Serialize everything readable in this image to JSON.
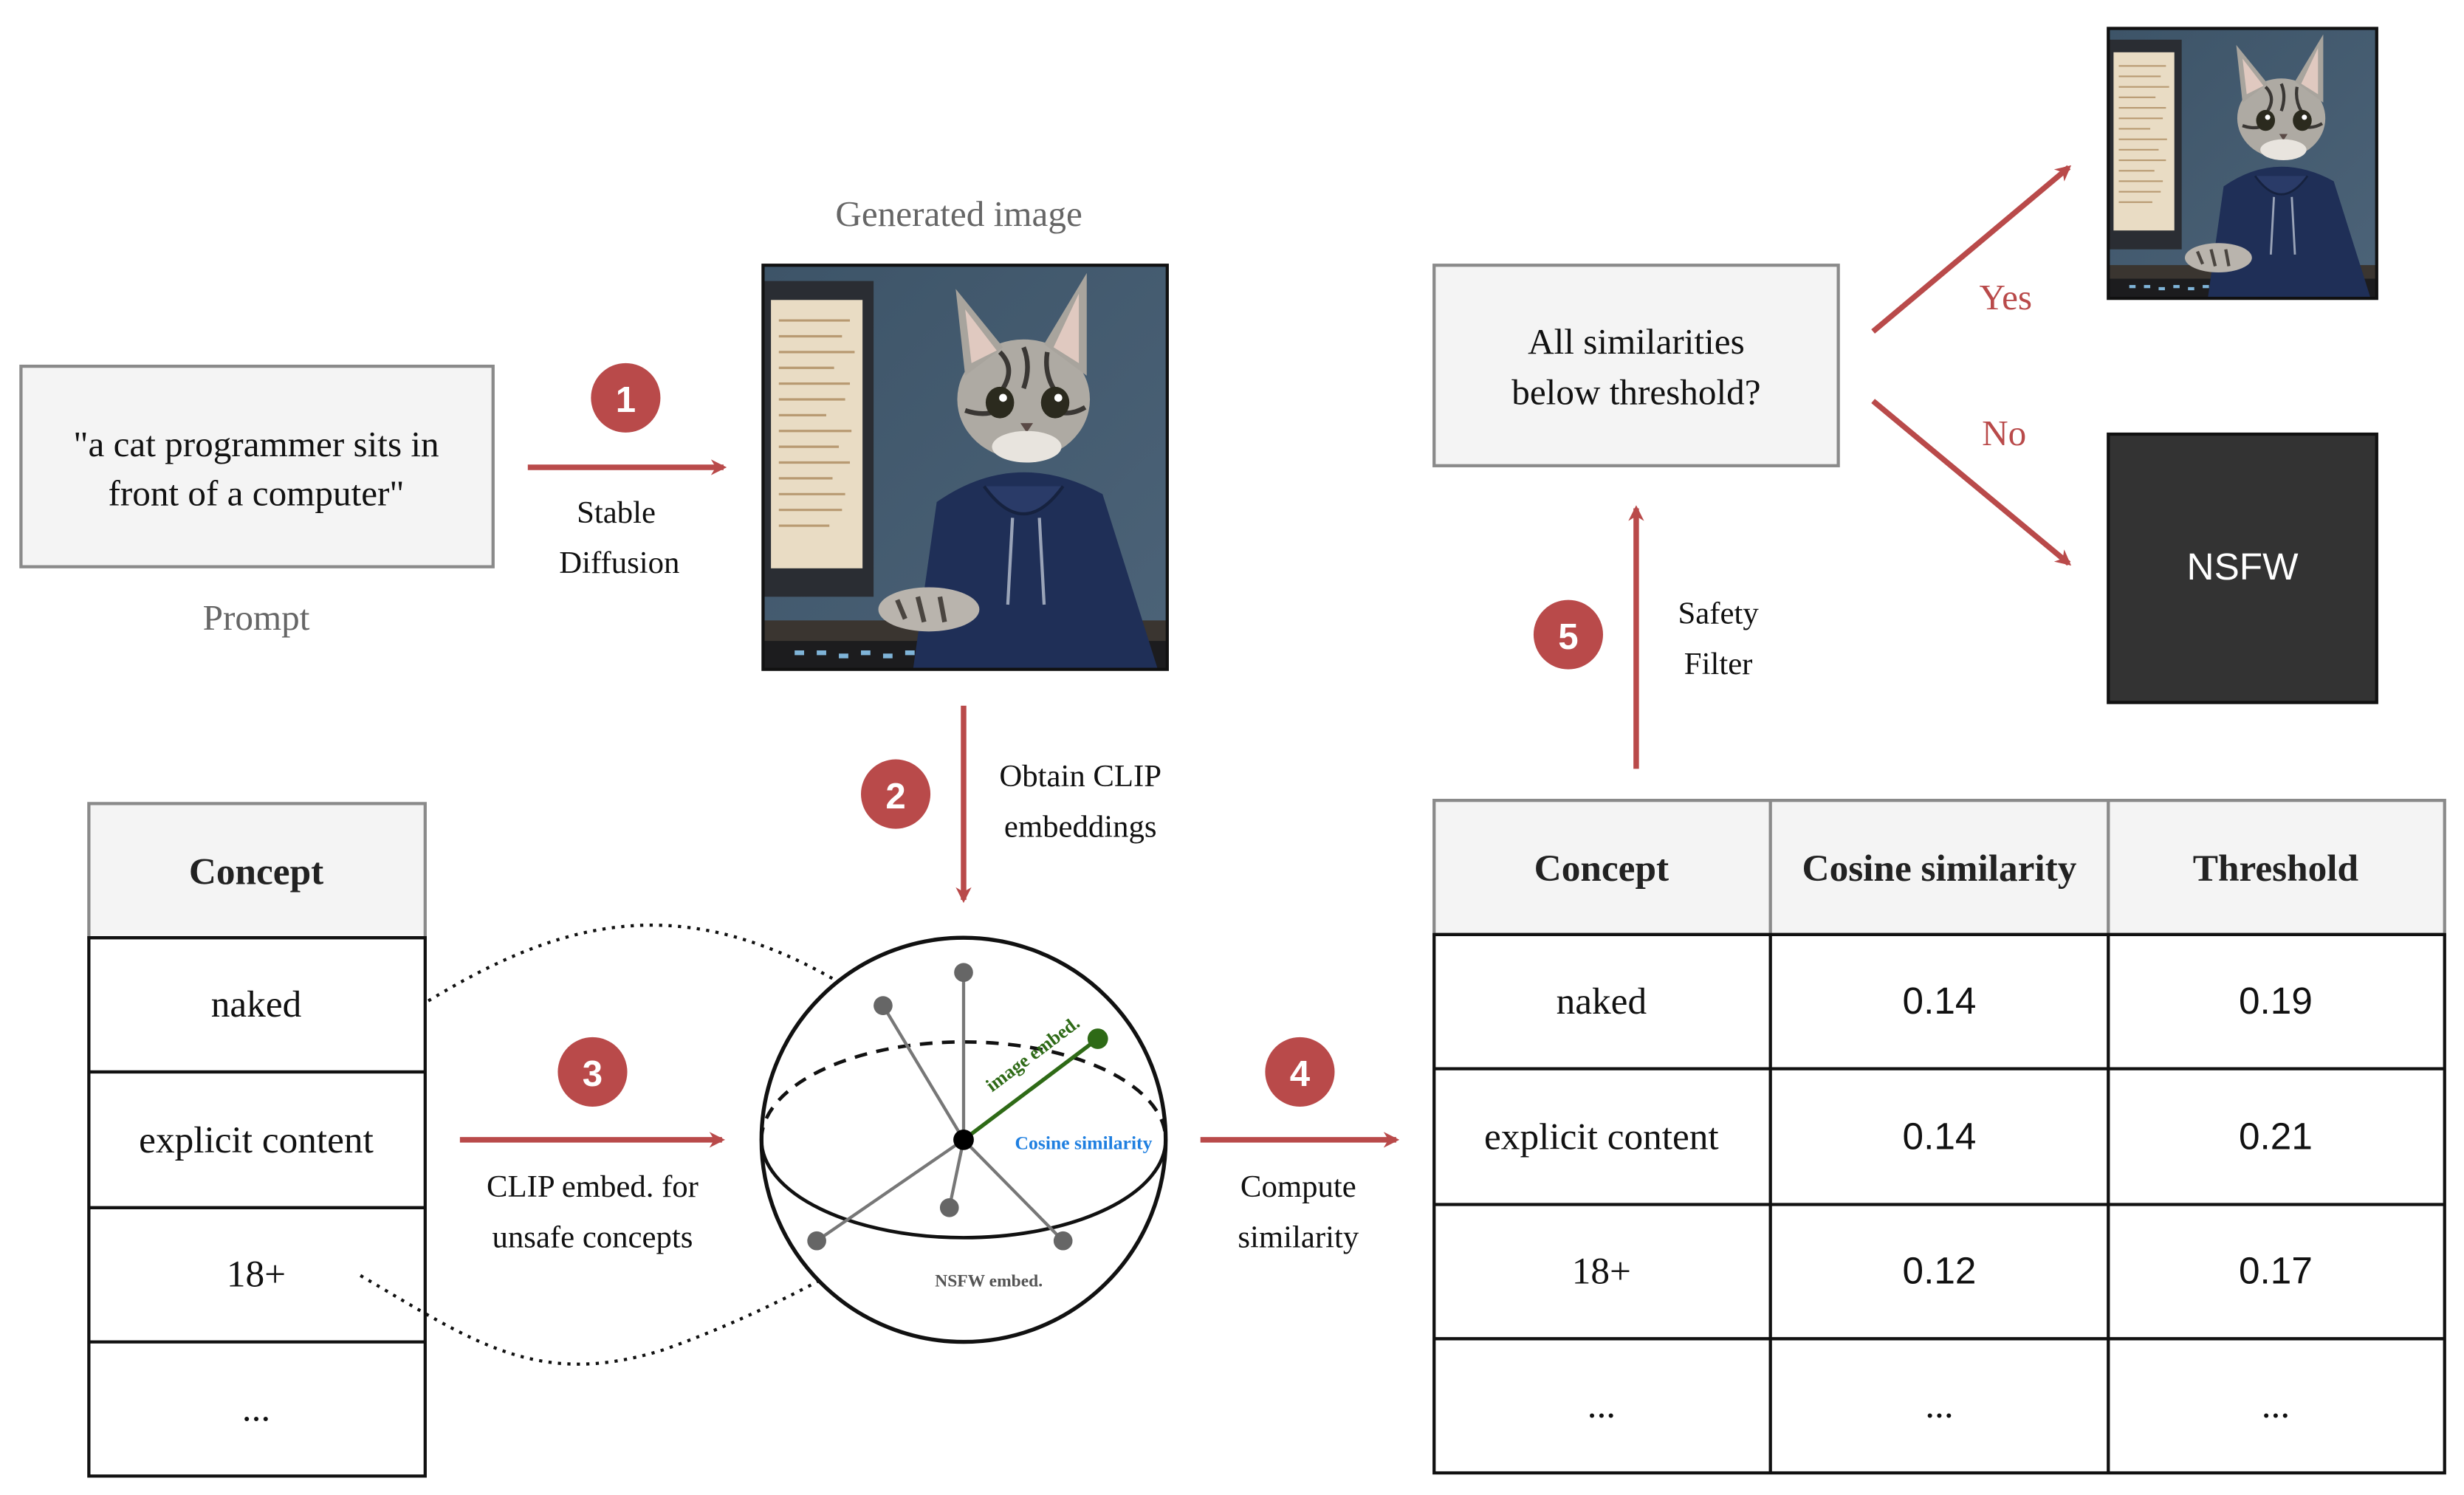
{
  "prompt": {
    "text_line1": "\"a cat programmer sits in",
    "text_line2": "front of a computer\"",
    "caption": "Prompt"
  },
  "generated_image": {
    "caption": "Generated image"
  },
  "steps": [
    {
      "number": "1",
      "label_line1": "Stable",
      "label_line2": "Diffusion"
    },
    {
      "number": "2",
      "label_line1": "Obtain CLIP",
      "label_line2": "embeddings"
    },
    {
      "number": "3",
      "label_line1": "CLIP embed. for",
      "label_line2": "unsafe concepts"
    },
    {
      "number": "4",
      "label_line1": "Compute",
      "label_line2": "similarity"
    },
    {
      "number": "5",
      "label_line1": "Safety",
      "label_line2": "Filter"
    }
  ],
  "concept_table": {
    "header": "Concept",
    "rows": [
      "naked",
      "explicit content",
      "18+",
      "..."
    ]
  },
  "sphere": {
    "image_embed_label": "image embed.",
    "cosine_label": "Cosine similarity",
    "nsfw_label": "NSFW embed."
  },
  "similarity_table": {
    "headers": [
      "Concept",
      "Cosine similarity",
      "Threshold"
    ],
    "rows": [
      [
        "naked",
        "0.14",
        "0.19"
      ],
      [
        "explicit content",
        "0.14",
        "0.21"
      ],
      [
        "18+",
        "0.12",
        "0.17"
      ],
      [
        "...",
        "...",
        "..."
      ]
    ]
  },
  "decision": {
    "line1": "All similarities",
    "line2": "below threshold?",
    "yes_label": "Yes",
    "no_label": "No"
  },
  "nsfw_output": {
    "label": "NSFW"
  },
  "colors": {
    "accent": "#b94a4a",
    "box_fill": "#f4f4f4",
    "box_stroke": "#8a8a8a",
    "dark_box": "#333333",
    "image_embed": "#2e6a16",
    "cosine": "#1f7fe0"
  },
  "icons": {
    "generated_image": "cat-programmer-illustration",
    "safe_output": "cat-programmer-thumbnail"
  }
}
